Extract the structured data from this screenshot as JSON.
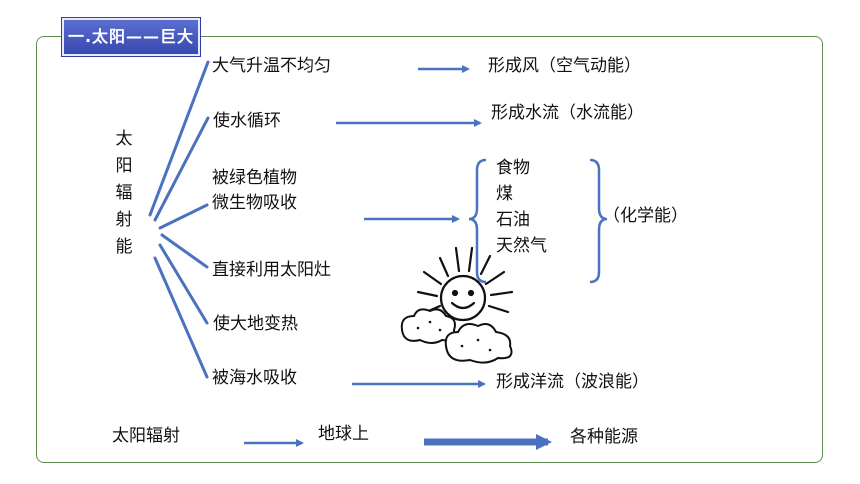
{
  "title_badge": "一.太阳——巨大的\"核能炉\"",
  "source": {
    "chars": [
      "太",
      "阳",
      "辐",
      "射",
      "能"
    ]
  },
  "branches": [
    {
      "label": "大气升温不均匀",
      "result": "形成风（空气动能）"
    },
    {
      "label": "使水循环",
      "result": "形成水流（水流能）"
    },
    {
      "label_line1": "被绿色植物",
      "label_line2": "微生物吸收"
    },
    {
      "label": "直接利用太阳灶"
    },
    {
      "label": "使大地变热"
    },
    {
      "label": "被海水吸收",
      "result": "形成洋流（波浪能）"
    }
  ],
  "fuels": [
    "食物",
    "煤",
    "石油",
    "天然气"
  ],
  "fuel_group_label": "（化学能）",
  "bottom_chain": [
    "太阳辐射",
    "地球上",
    "各种能源"
  ],
  "colors": {
    "line": "#4a72c0",
    "frame": "#5e8f4f",
    "badge": "#3848b0"
  },
  "icons": [
    "sun-icon",
    "cloud-icon"
  ]
}
